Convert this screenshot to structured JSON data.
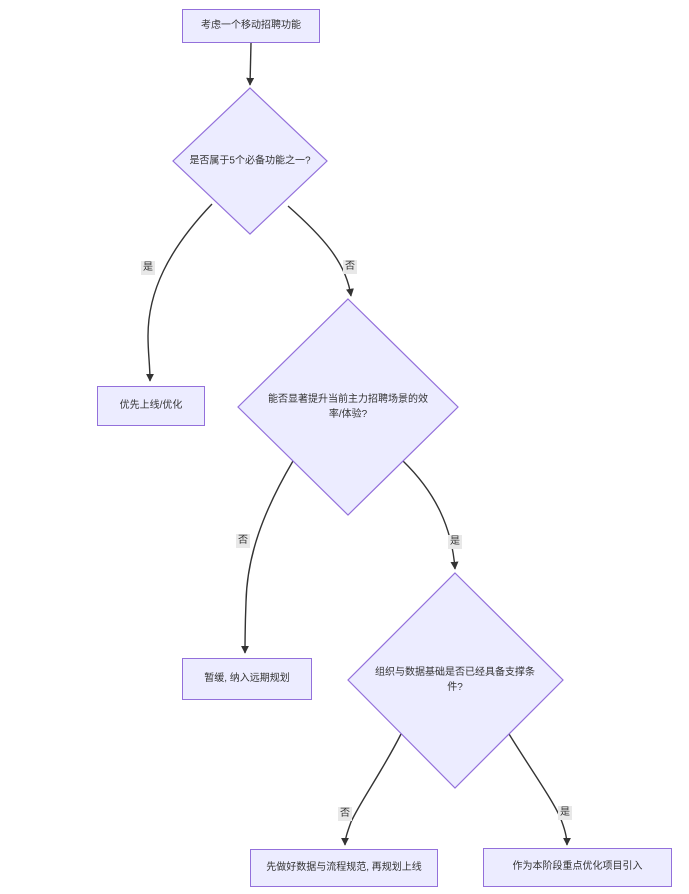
{
  "diagram": {
    "type": "flowchart",
    "direction": "top-down",
    "colors": {
      "background": "#ffffff",
      "node_fill": "#ECECFF",
      "node_border": "#9370DB",
      "edge": "#333333",
      "edge_label_bg": "#e8e8e8",
      "text": "#333333"
    },
    "nodes": {
      "start": {
        "shape": "rect",
        "label": "考虑一个移动招聘功能"
      },
      "decision1": {
        "shape": "diamond",
        "label": "是否属于5个必备功能之一?"
      },
      "prioritize": {
        "shape": "rect",
        "label": "优先上线/优化"
      },
      "decision2": {
        "shape": "diamond",
        "label": "能否显著提升当前主力招聘场景的效率/体验?"
      },
      "postpone": {
        "shape": "rect",
        "label": "暂缓, 纳入远期规划"
      },
      "decision3": {
        "shape": "diamond",
        "label": "组织与数据基础是否已经具备支撑条件?"
      },
      "prepare": {
        "shape": "rect",
        "label": "先做好数据与流程规范, 再规划上线"
      },
      "introduce": {
        "shape": "rect",
        "label": "作为本阶段重点优化项目引入"
      }
    },
    "edges": [
      {
        "from": "start",
        "to": "decision1",
        "label": ""
      },
      {
        "from": "decision1",
        "to": "prioritize",
        "label": "是"
      },
      {
        "from": "decision1",
        "to": "decision2",
        "label": "否"
      },
      {
        "from": "decision2",
        "to": "postpone",
        "label": "否"
      },
      {
        "from": "decision2",
        "to": "decision3",
        "label": "是"
      },
      {
        "from": "decision3",
        "to": "prepare",
        "label": "否"
      },
      {
        "from": "decision3",
        "to": "introduce",
        "label": "是"
      }
    ]
  }
}
